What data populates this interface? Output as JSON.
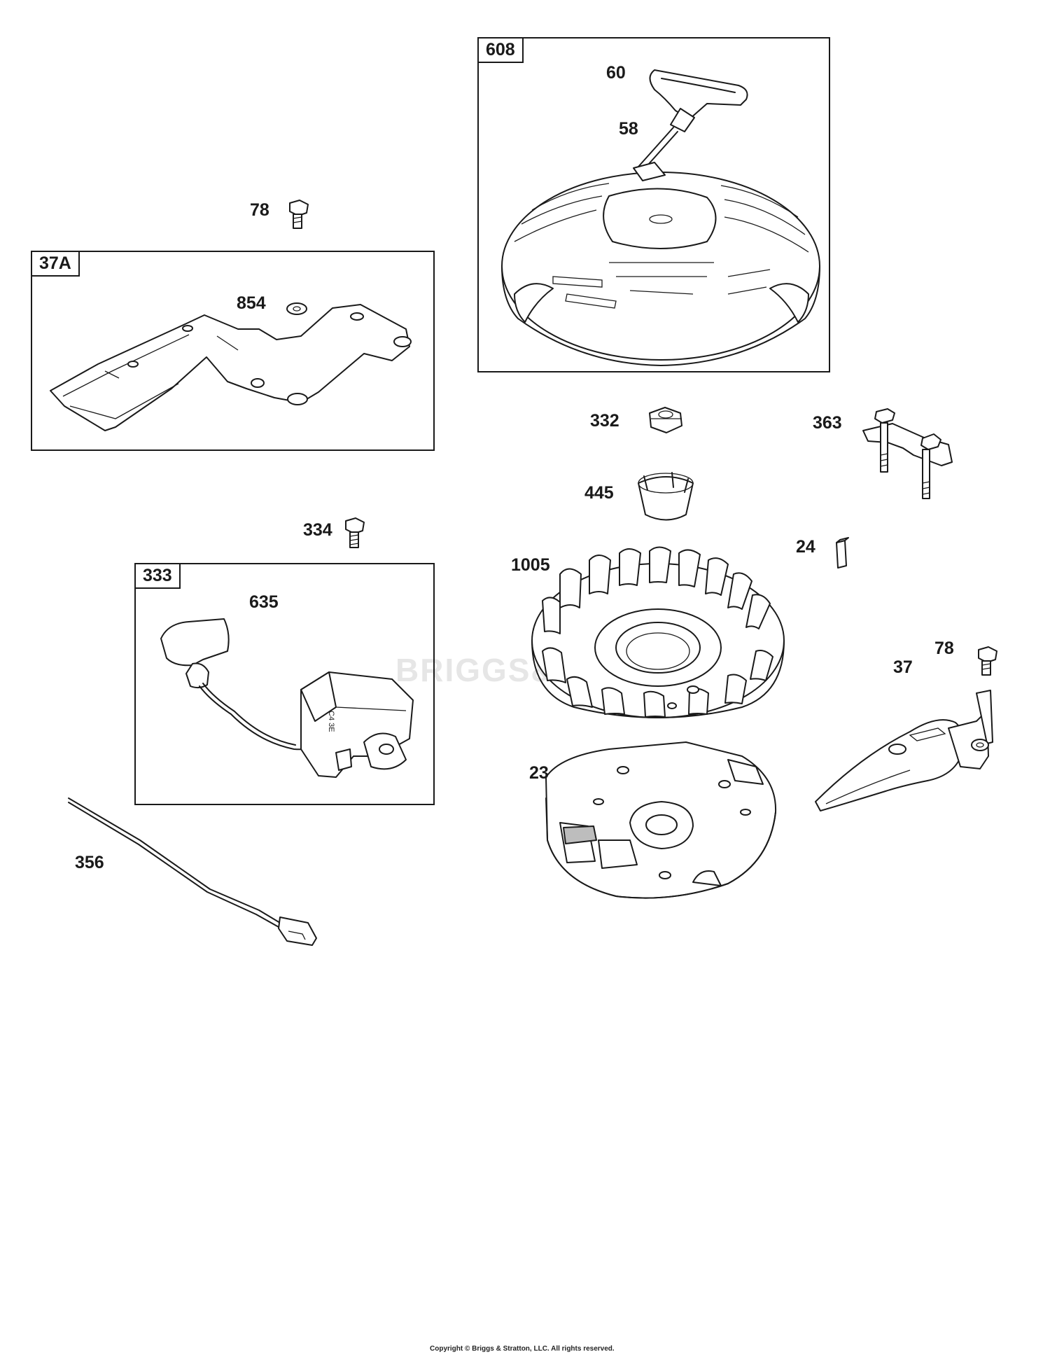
{
  "group_tags": {
    "g608": "608",
    "g37a": "37A",
    "g333": "333"
  },
  "labels": {
    "p60": "60",
    "p58": "58",
    "p78_top": "78",
    "p854": "854",
    "p332": "332",
    "p363": "363",
    "p445": "445",
    "p334": "334",
    "p24": "24",
    "p1005": "1005",
    "p635": "635",
    "p78_right": "78",
    "p37": "37",
    "p23": "23",
    "p356": "356"
  },
  "watermark": "BRIGGS&STRATTON",
  "copyright": "Copyright © Briggs & Stratton, LLC. All rights reserved."
}
